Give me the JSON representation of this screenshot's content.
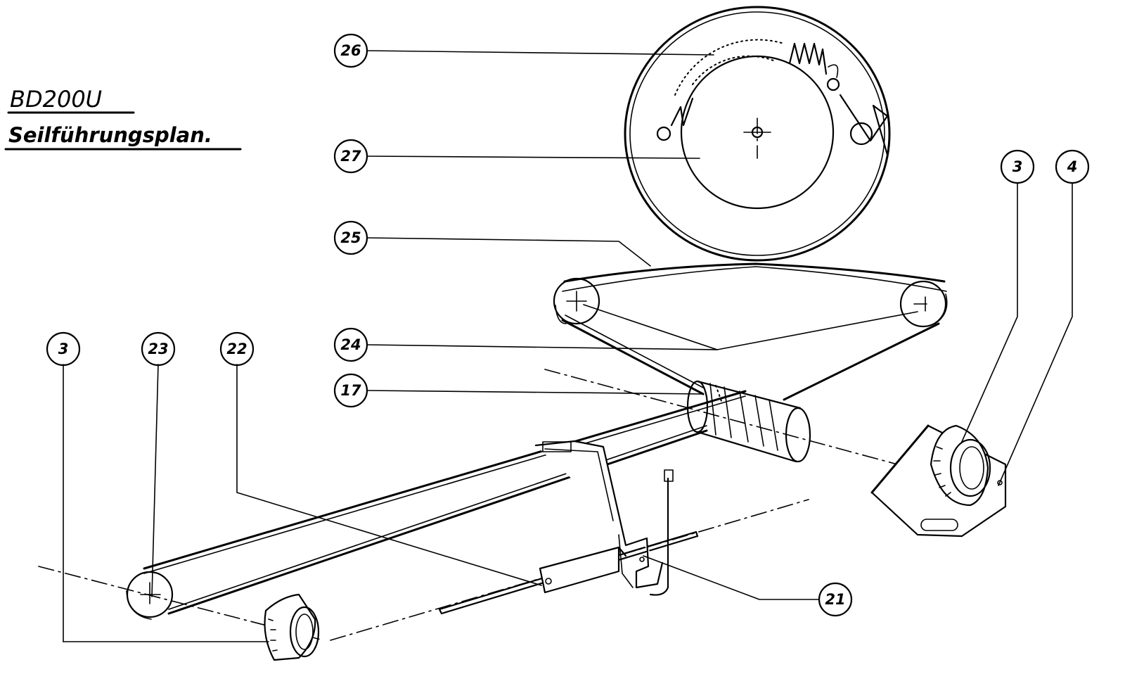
{
  "title": {
    "model": "BD200U",
    "subtitle": "Seilführungsplan."
  },
  "callouts": {
    "c26": "26",
    "c27": "27",
    "c25": "25",
    "c24": "24",
    "c17": "17",
    "c3_left": "3",
    "c23": "23",
    "c22": "22",
    "c3_right": "3",
    "c4": "4",
    "c21": "21"
  }
}
